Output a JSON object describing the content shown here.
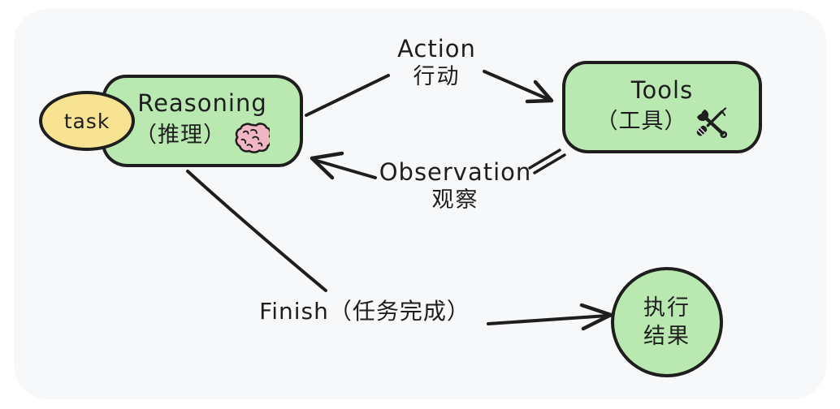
{
  "diagram": {
    "background": {
      "page": "#ffffff",
      "card": "#f7f8fa"
    },
    "colors": {
      "node_fill": "#b9e8b0",
      "task_fill": "#f8e392",
      "stroke": "#1e1e1e",
      "brain_pink": "#f1b6c4"
    },
    "nodes": {
      "task": {
        "shape": "ellipse",
        "label": "task"
      },
      "reasoning": {
        "shape": "rounded-rect",
        "title": "Reasoning",
        "subtitle": "（推理）",
        "icon": "brain-icon"
      },
      "tools": {
        "shape": "rounded-rect",
        "title": "Tools",
        "subtitle": "（工具）",
        "icon": "wrench-screwdriver-icon"
      },
      "result": {
        "shape": "circle",
        "line1": "执行",
        "line2": "结果"
      }
    },
    "edges": {
      "action": {
        "from": "reasoning",
        "to": "tools",
        "label_en": "Action",
        "label_zh": "行动"
      },
      "observation": {
        "from": "tools",
        "to": "reasoning",
        "label_en": "Observation",
        "label_zh": "观察"
      },
      "finish": {
        "from": "reasoning",
        "to": "result",
        "label": "Finish（任务完成）"
      }
    }
  }
}
